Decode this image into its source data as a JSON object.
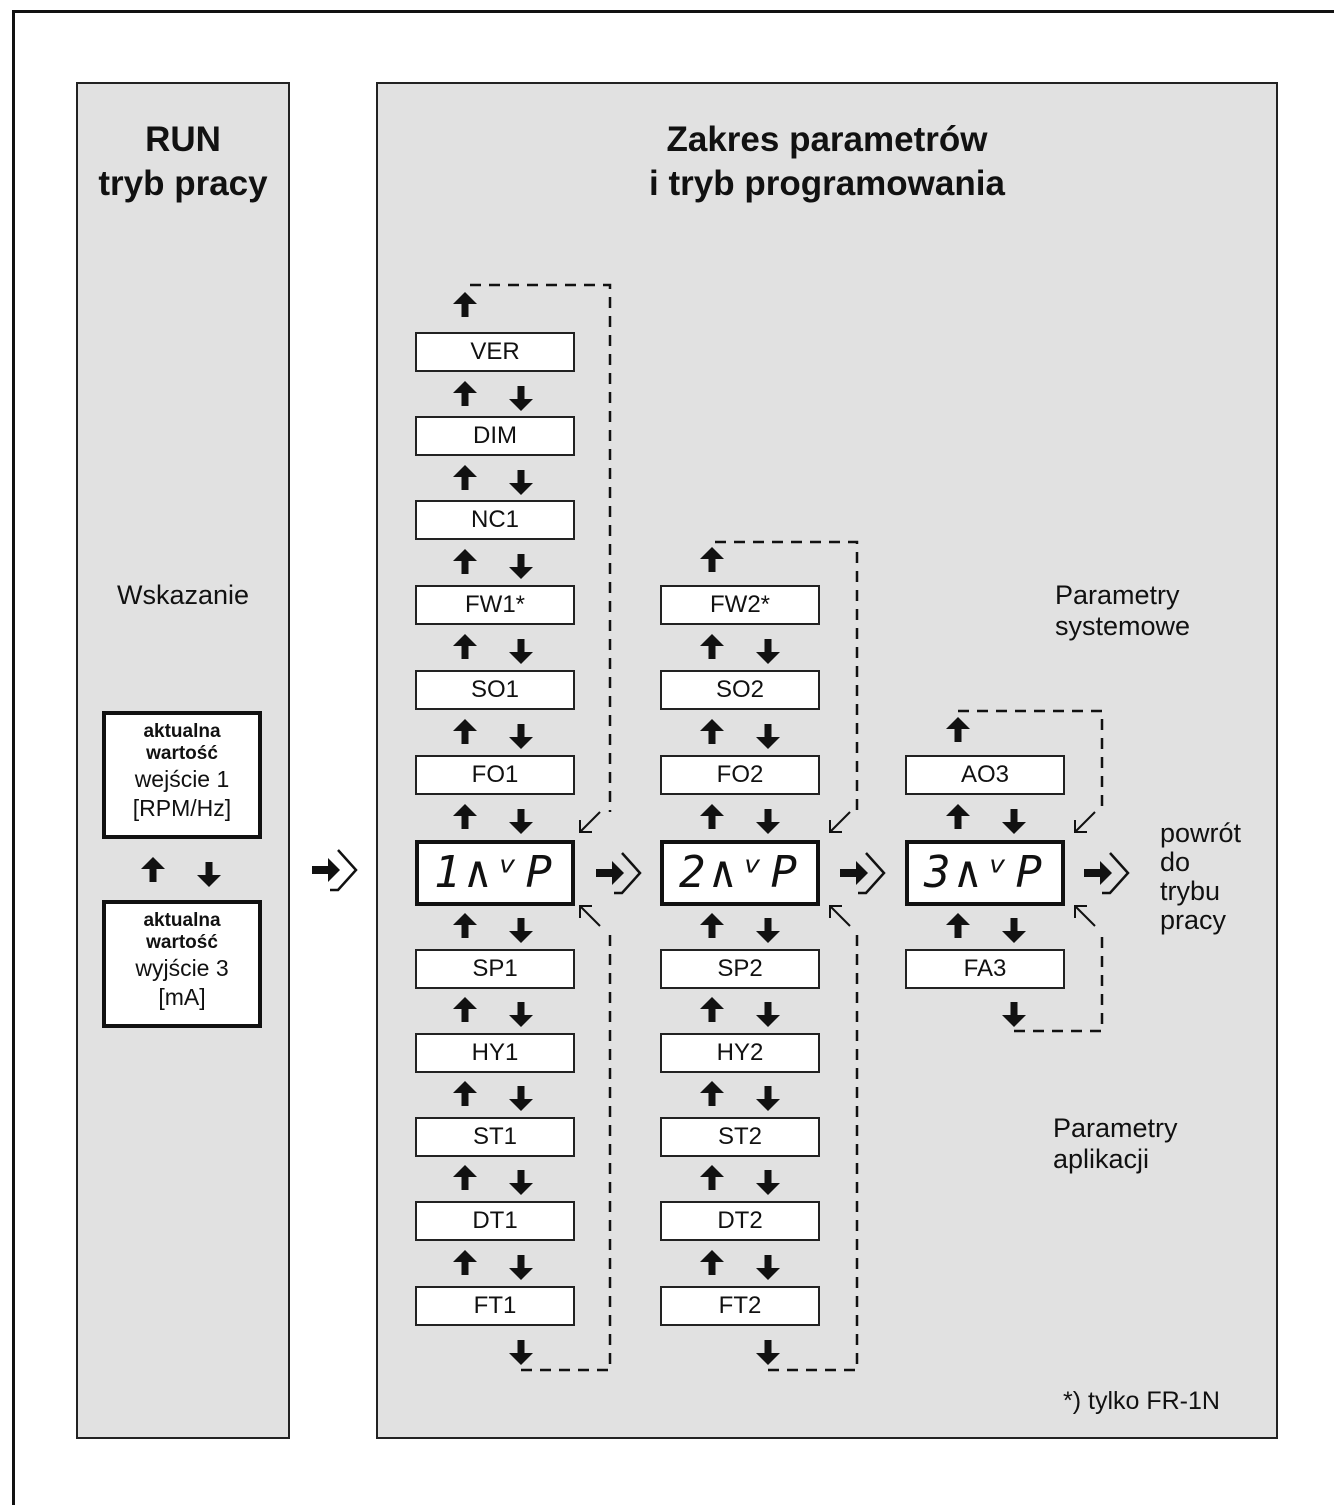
{
  "run": {
    "title_line1": "RUN",
    "title_line2": "tryb pracy",
    "indication": "Wskazanie"
  },
  "values": [
    {
      "line1": "aktualna",
      "line2": "wartość",
      "line3": "wejście 1",
      "line4": "[RPM/Hz]"
    },
    {
      "line1": "aktualna",
      "line2": "wartość",
      "line3": "wyjście 3",
      "line4": "[mA]"
    }
  ],
  "range": {
    "title_line1": "Zakres parametrów",
    "title_line2": "i tryb programowania"
  },
  "columns": [
    {
      "display": "1∧ᵛP",
      "system": [
        "VER",
        "DIM",
        "NC1",
        "FW1*",
        "SO1",
        "FO1"
      ],
      "application": [
        "SP1",
        "HY1",
        "ST1",
        "DT1",
        "FT1"
      ]
    },
    {
      "display": "2∧ᵛP",
      "system": [
        "FW2*",
        "SO2",
        "FO2"
      ],
      "application": [
        "SP2",
        "HY2",
        "ST2",
        "DT2",
        "FT2"
      ]
    },
    {
      "display": "3∧ᵛP",
      "system": [
        "AO3"
      ],
      "application": [
        "FA3"
      ]
    }
  ],
  "labels": {
    "system_line1": "Parametry",
    "system_line2": "systemowe",
    "app_line1": "Parametry",
    "app_line2": "aplikacji",
    "return_line1": "powrót",
    "return_line2": "do",
    "return_line3": "trybu",
    "return_line4": "pracy",
    "footnote": "*) tylko FR-1N"
  }
}
